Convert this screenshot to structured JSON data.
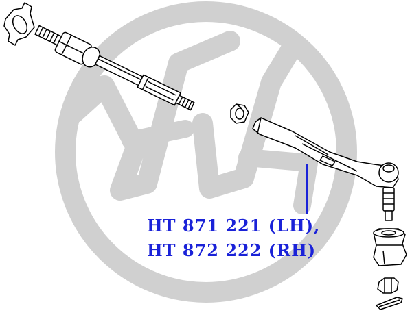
{
  "parts": [
    {
      "number": "HT 871 221 (LH),",
      "side": "left-hand"
    },
    {
      "number": "HT 872 222 (RH)",
      "side": "right-hand"
    }
  ],
  "colors": {
    "label": "#1a22d8",
    "leader_line": "#1a22d8",
    "watermark": "#d0d0d0",
    "line_art": "#000000",
    "background": "#ffffff"
  },
  "icons": {
    "watermark": "circled-h-logo",
    "components": [
      "lock-plate",
      "inner-tie-rod",
      "lock-nut",
      "boot",
      "outer-tie-rod-end",
      "ball-joint-stud",
      "dust-boot",
      "castle-nut",
      "cotter-pin"
    ]
  }
}
